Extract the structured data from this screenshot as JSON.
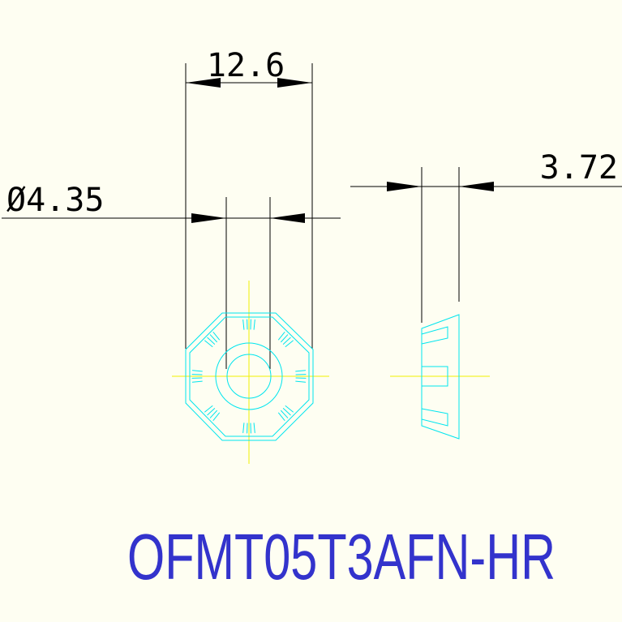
{
  "dimensions": {
    "width_label": "12.6",
    "bore_label": "Ø4.35",
    "thickness_label": "3.72"
  },
  "part_number": "OFMT05T3AFN-HR",
  "colors": {
    "background": "#fefef2",
    "dimension": "#000000",
    "geometry": "#00e5ee",
    "centerline": "#f0f000",
    "title": "#3333cc"
  }
}
